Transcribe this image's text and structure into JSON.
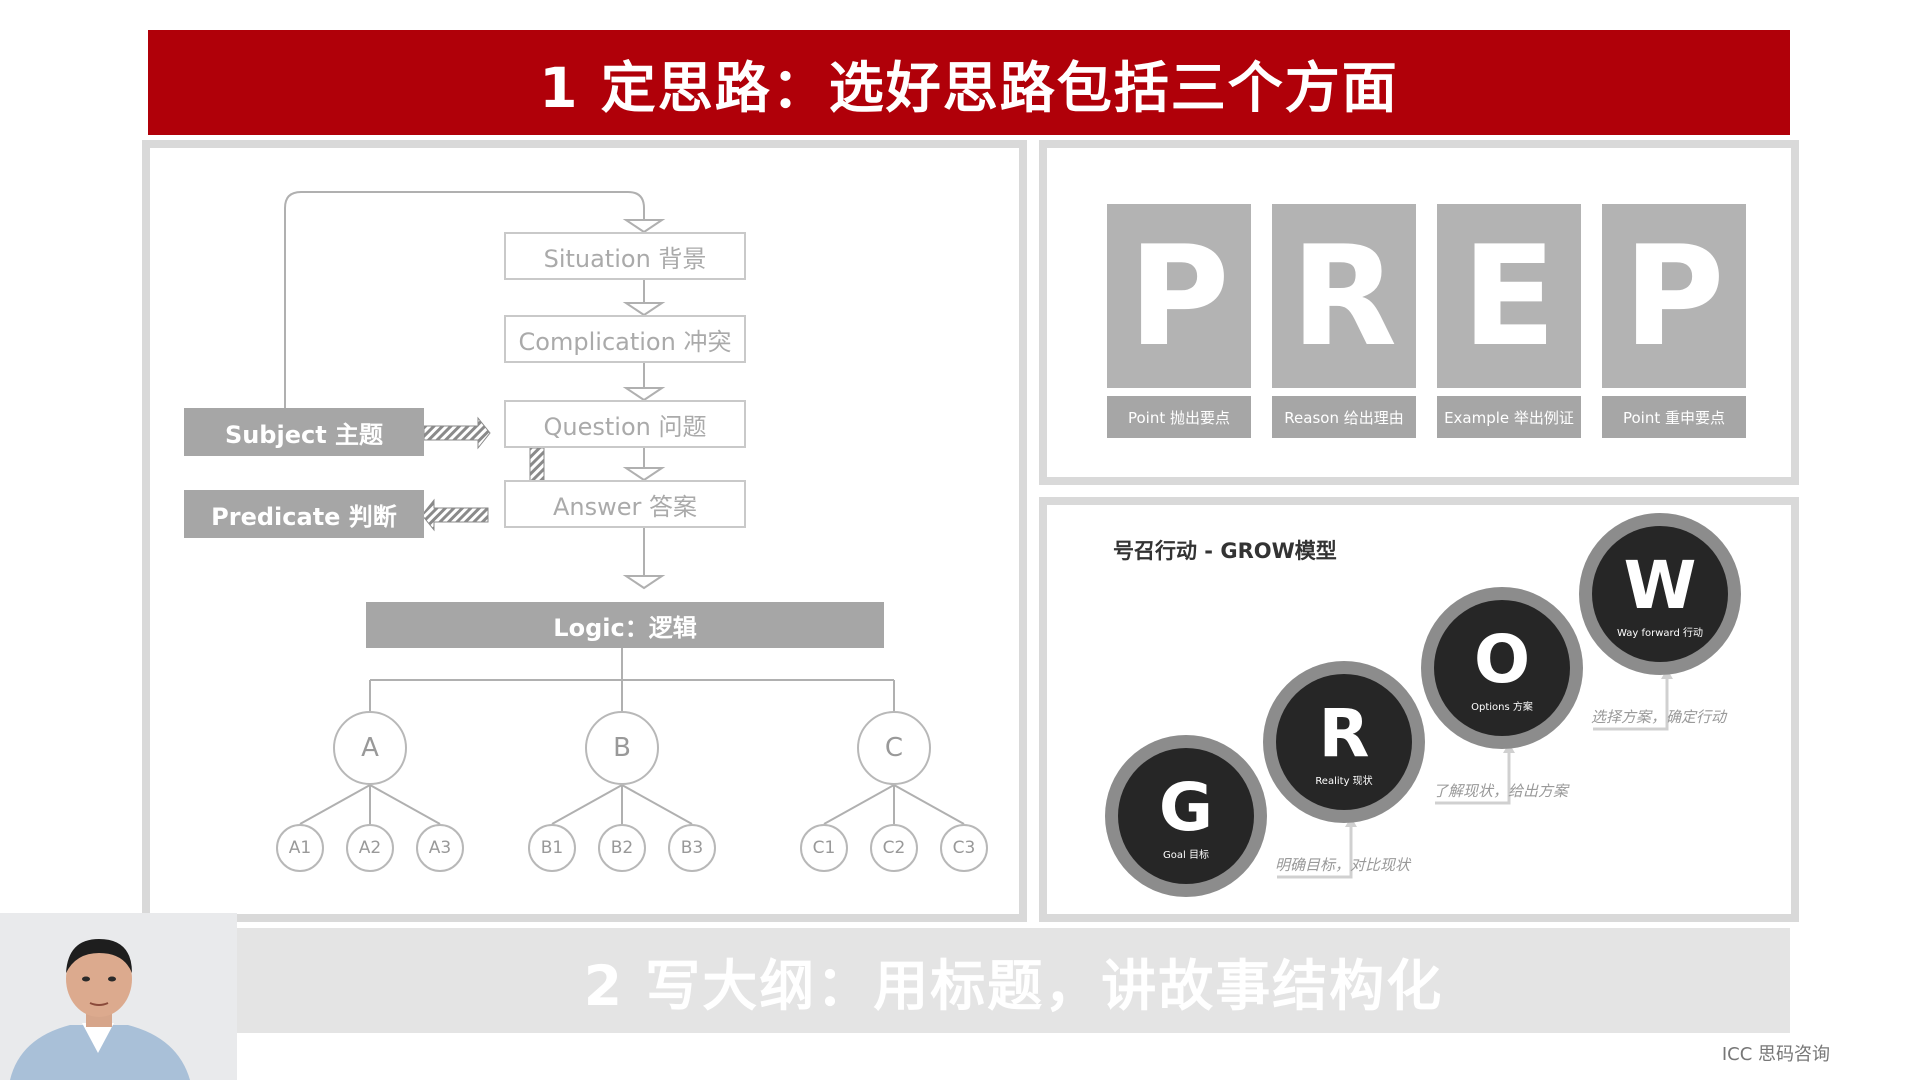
{
  "title": "1 定思路：选好思路包括三个方面",
  "scqa": {
    "situation": "Situation 背景",
    "complication": "Complication 冲突",
    "question": "Question 问题",
    "answer": "Answer 答案",
    "subject": "Subject 主题",
    "predicate": "Predicate 判断",
    "logic": "Logic：逻辑",
    "nodes": [
      "A",
      "B",
      "C"
    ],
    "leaves": [
      "A1",
      "A2",
      "A3",
      "B1",
      "B2",
      "B3",
      "C1",
      "C2",
      "C3"
    ]
  },
  "prep": {
    "tiles": [
      {
        "letter": "P",
        "label": "Point  抛出要点"
      },
      {
        "letter": "R",
        "label": "Reason 给出理由"
      },
      {
        "letter": "E",
        "label": "Example 举出例证"
      },
      {
        "letter": "P",
        "label": "Point 重申要点"
      }
    ]
  },
  "grow": {
    "title": "号召行动 - GROW模型",
    "steps": [
      {
        "letter": "G",
        "label": "Goal 目标"
      },
      {
        "letter": "R",
        "label": "Reality 现状"
      },
      {
        "letter": "O",
        "label": "Options 方案"
      },
      {
        "letter": "W",
        "label": "Way forward 行动"
      }
    ],
    "notes": [
      "明确目标，对比现状",
      "了解现状，给出方案",
      "选择方案，确定行动"
    ]
  },
  "next_title": "2 写大纲：用标题，讲故事结构化",
  "watermark": "ICC 思码咨询"
}
